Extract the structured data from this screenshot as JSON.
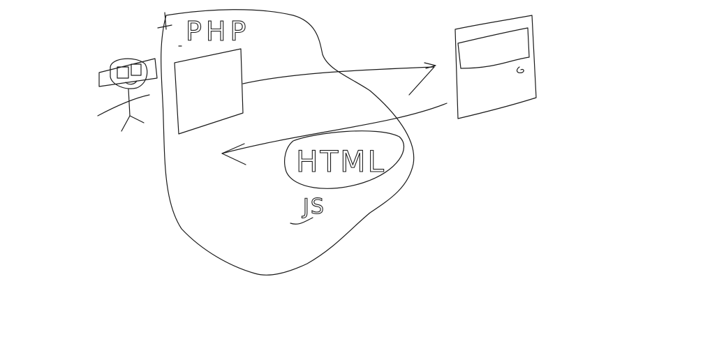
{
  "diagram": {
    "labels": {
      "php": "PHP",
      "html": "HTML",
      "js": "JS"
    },
    "ink_color": "#1a1a1a",
    "background_color": "#ffffff"
  }
}
